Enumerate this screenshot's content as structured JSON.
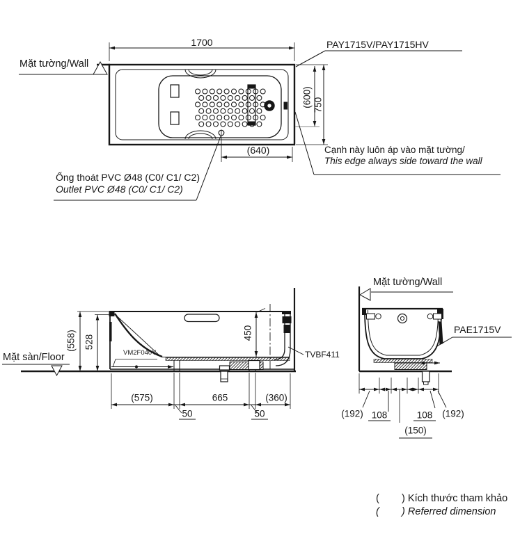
{
  "top_view": {
    "wall_label": "Mặt tường/Wall",
    "model_label": "PAY1715V/PAY1715HV",
    "dim_length": "1700",
    "dim_width": "750",
    "dim_inner_width": "(600)",
    "dim_drain_offset": "(640)",
    "edge_note_line1": "Cạnh này luôn áp vào mặt tường/",
    "edge_note_line2": "This edge always side toward the wall",
    "outlet_note_line1": "Ống thoát PVC Ø48 (C0/ C1/ C2)",
    "outlet_note_line2": "Outlet PVC Ø48 (C0/ C1/ C2)"
  },
  "side_view": {
    "floor_label": "Mặt sàn/Floor",
    "dim_total_height": "(558)",
    "dim_rim_height": "528",
    "dim_depth": "450",
    "drain_kit_label": "VM2F040Y",
    "faucet_label": "TVBF411",
    "dim_head_end": "(575)",
    "dim_leg_left": "50",
    "dim_center": "665",
    "dim_leg_right": "50",
    "dim_drain_end": "(360)"
  },
  "front_view": {
    "wall_label": "Mặt tường/Wall",
    "model_label": "PAE1715V",
    "dim_margin_left": "(192)",
    "dim_left": "108",
    "dim_center": "(150)",
    "dim_right": "108",
    "dim_margin_right": "(192)"
  },
  "legend": {
    "line1": "(        ) Kích thước tham khảo",
    "line2": "(        ) Referred dimension"
  }
}
